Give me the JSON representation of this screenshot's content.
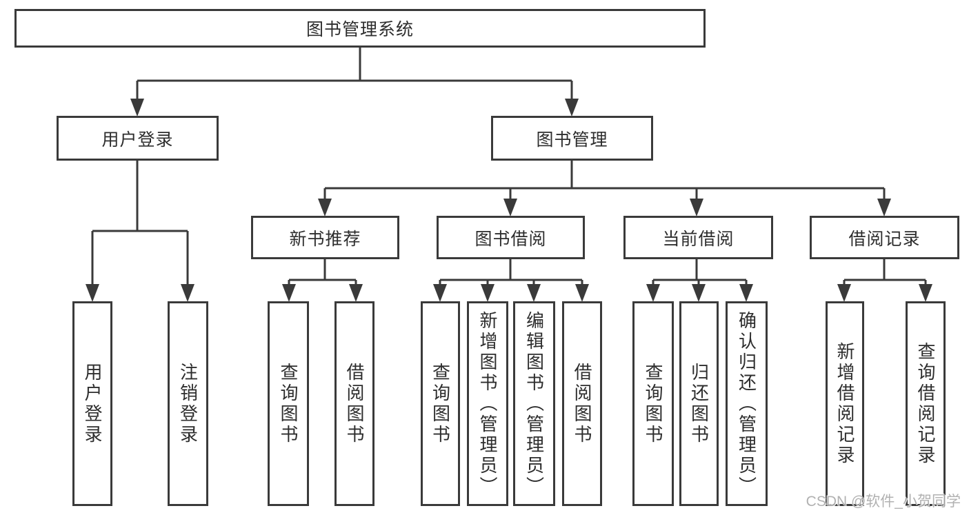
{
  "diagram": {
    "type": "hierarchy-tree",
    "root": {
      "label": "图书管理系统",
      "children": [
        {
          "label": "用户登录",
          "children": [
            {
              "label": "用户登录"
            },
            {
              "label": "注销登录"
            }
          ]
        },
        {
          "label": "图书管理",
          "children": [
            {
              "label": "新书推荐",
              "children": [
                {
                  "label": "查询图书"
                },
                {
                  "label": "借阅图书"
                }
              ]
            },
            {
              "label": "图书借阅",
              "children": [
                {
                  "label": "查询图书"
                },
                {
                  "label": "新增图书（管理员）"
                },
                {
                  "label": "编辑图书（管理员）"
                },
                {
                  "label": "借阅图书"
                }
              ]
            },
            {
              "label": "当前借阅",
              "children": [
                {
                  "label": "查询图书"
                },
                {
                  "label": "归还图书"
                },
                {
                  "label": "确认归还（管理员）"
                }
              ]
            },
            {
              "label": "借阅记录",
              "children": [
                {
                  "label": "新增借阅记录"
                },
                {
                  "label": "查询借阅记录"
                }
              ]
            }
          ]
        }
      ]
    }
  },
  "watermark": "CSDN @软件_小贺同学",
  "colors": {
    "line": "#3a3a3a",
    "text": "#2d2d2d",
    "background": "#ffffff",
    "watermark": "#a9a9a9"
  }
}
